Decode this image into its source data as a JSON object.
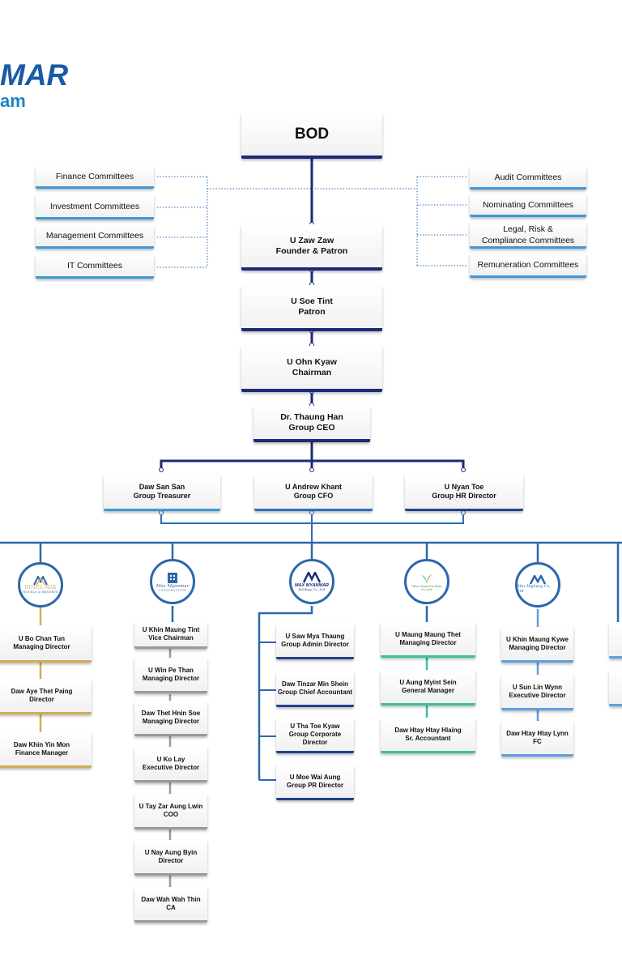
{
  "header": {
    "title_fragment": "MAR",
    "subtitle_fragment": "am",
    "brand_color": "#1a5aa6"
  },
  "bod": {
    "label": "BOD"
  },
  "committees_left": [
    "Finance Committees",
    "Investment Committees",
    "Management Committees",
    "IT Committees"
  ],
  "committees_right": [
    "Audit Committees",
    "Nominating Committees",
    "Legal, Risk &\nCompliance Committees",
    "Remuneration Committees"
  ],
  "spine": [
    {
      "name": "U Zaw Zaw",
      "title": "Founder & Patron"
    },
    {
      "name": "U Soe Tint",
      "title": "Patron"
    },
    {
      "name": "U Ohn Kyaw",
      "title": "Chairman"
    },
    {
      "name": "Dr. Thaung Han",
      "title": "Group CEO"
    }
  ],
  "group_officers": [
    {
      "name": "Daw San San",
      "title": "Group Treasurer"
    },
    {
      "name": "U Andrew Khant",
      "title": "Group CFO"
    },
    {
      "name": "U Nyan Toe",
      "title": "Group HR Director"
    }
  ],
  "companies": [
    {
      "logo_text": "HOTEL MAX",
      "logo_sub": "HOTELS & RESORTS",
      "accent": "#cfae55",
      "people": [
        {
          "name": "U Bo Chan Tun",
          "title": "Managing Director"
        },
        {
          "name": "Daw Aye Thet Paing",
          "title": "Director"
        },
        {
          "name": "Daw Khin Yin Mon",
          "title": "Finance Manager"
        }
      ]
    },
    {
      "logo_text": "Max Myanmar",
      "logo_sub": "CONSTRUCTION",
      "accent": "#9a9a9a",
      "people": [
        {
          "name": "U Khin Maung Tint",
          "title": "Vice Chairman"
        },
        {
          "name": "U Win Pe Than",
          "title": "Managing Director"
        },
        {
          "name": "Daw Thet Hnin Soe",
          "title": "Managing Director"
        },
        {
          "name": "U Ko Lay",
          "title": "Executive Director"
        },
        {
          "name": "U Tay Zar Aung Lwin",
          "title": "COO"
        },
        {
          "name": "U Nay Aung Byin",
          "title": "Director"
        },
        {
          "name": "Daw Wah Wah Thin",
          "title": "CA"
        }
      ]
    },
    {
      "logo_text": "MAX MYANMAR",
      "logo_sub": "Holding Co.,Ltd",
      "accent": "#21408f",
      "people": [
        {
          "name": "U Saw Mya Thaung",
          "title": "Group Admin Director"
        },
        {
          "name": "Daw Tinzar Min Shein",
          "title": "Group Chief Accountant"
        },
        {
          "name": "U Tha Toe Kyaw",
          "title": "Group Corporate Director"
        },
        {
          "name": "U Moe Wai Aung",
          "title": "Group PR Director"
        }
      ]
    },
    {
      "logo_text": "Shwe Nann Pin Hein Co.,Ltd.",
      "logo_sub": "",
      "accent": "#3bbfa3",
      "people": [
        {
          "name": "U Maung Maung Thet",
          "title": "Managing Director"
        },
        {
          "name": "U Aung Myint Sein",
          "title": "General Manager"
        },
        {
          "name": "Daw Htay Htay Hlaing",
          "title": "Sr. Accountant"
        }
      ]
    },
    {
      "logo_text": "Max Highway Co., Ltd",
      "logo_sub": "",
      "accent": "#5f9fe0",
      "people": [
        {
          "name": "U Khin Maung Kywe",
          "title": "Managing Director"
        },
        {
          "name": "U Sun Lin Wynn",
          "title": "Executive Director"
        },
        {
          "name": "Daw Htay Htay Lynn",
          "title": "FC"
        }
      ]
    }
  ]
}
